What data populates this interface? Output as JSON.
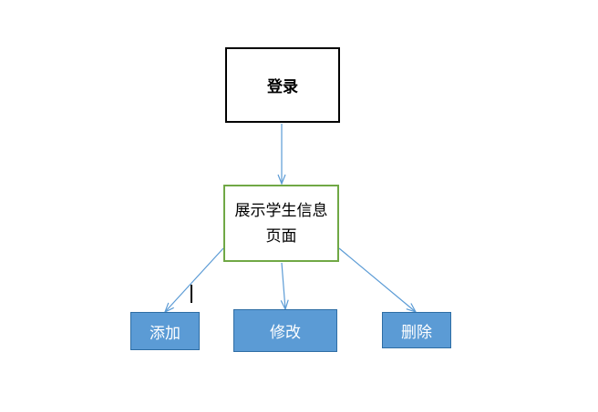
{
  "diagram": {
    "login": {
      "label": "登录"
    },
    "main": {
      "label": "展示学生信息页面"
    },
    "actions": [
      {
        "label": "添加"
      },
      {
        "label": "修改"
      },
      {
        "label": "删除"
      }
    ]
  },
  "colors": {
    "connector": "#5b9bd5",
    "login_border": "#000000",
    "main_border": "#70a845",
    "action_fill": "#5b9bd5",
    "action_border": "#2e6da4"
  }
}
